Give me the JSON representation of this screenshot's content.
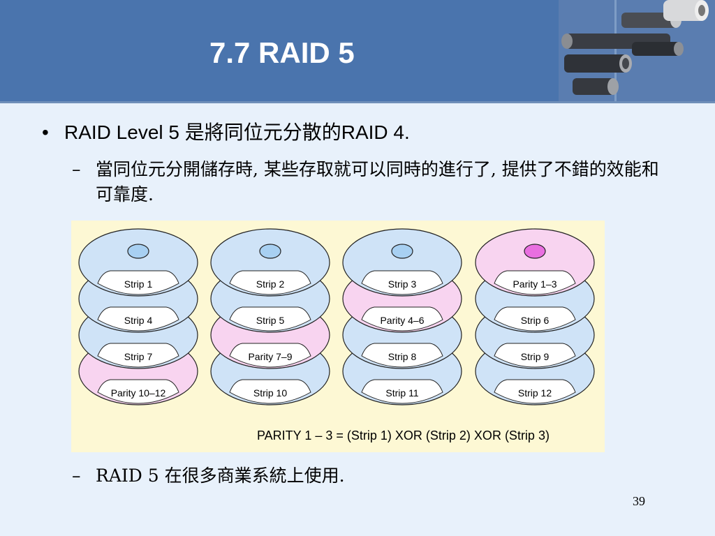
{
  "slide": {
    "title": "7.7 RAID 5",
    "bullet": "RAID Level 5 是將同位元分散的RAID 4.",
    "bullet_symbol": "•",
    "sub_dash": "–",
    "sub1": "當同位元分開儲存時, 某些存取就可以同時的進行了, 提供了不錯的效能和可靠度.",
    "sub2": "RAID 5 在很多商業系統上使用.",
    "page_number": "39"
  },
  "figure": {
    "caption": "PARITY 1 – 3 = (Strip 1) XOR (Strip 2) XOR (Strip 3)",
    "colors": {
      "data": "#cfe3f7",
      "parity": "#f8d4f0",
      "background": "#fdf8d4",
      "outline": "#222222"
    },
    "disks": [
      {
        "strips": [
          {
            "label": "Strip 1",
            "parity": false
          },
          {
            "label": "Strip 4",
            "parity": false
          },
          {
            "label": "Strip 7",
            "parity": false
          },
          {
            "label": "Parity 10–12",
            "parity": true
          }
        ]
      },
      {
        "strips": [
          {
            "label": "Strip 2",
            "parity": false
          },
          {
            "label": "Strip 5",
            "parity": false
          },
          {
            "label": "Parity 7–9",
            "parity": true
          },
          {
            "label": "Strip 10",
            "parity": false
          }
        ]
      },
      {
        "strips": [
          {
            "label": "Strip 3",
            "parity": false
          },
          {
            "label": "Parity 4–6",
            "parity": true
          },
          {
            "label": "Strip 8",
            "parity": false
          },
          {
            "label": "Strip 11",
            "parity": false
          }
        ]
      },
      {
        "strips": [
          {
            "label": "Parity 1–3",
            "parity": true
          },
          {
            "label": "Strip 6",
            "parity": false
          },
          {
            "label": "Strip 9",
            "parity": false
          },
          {
            "label": "Strip 12",
            "parity": false
          }
        ]
      }
    ]
  }
}
